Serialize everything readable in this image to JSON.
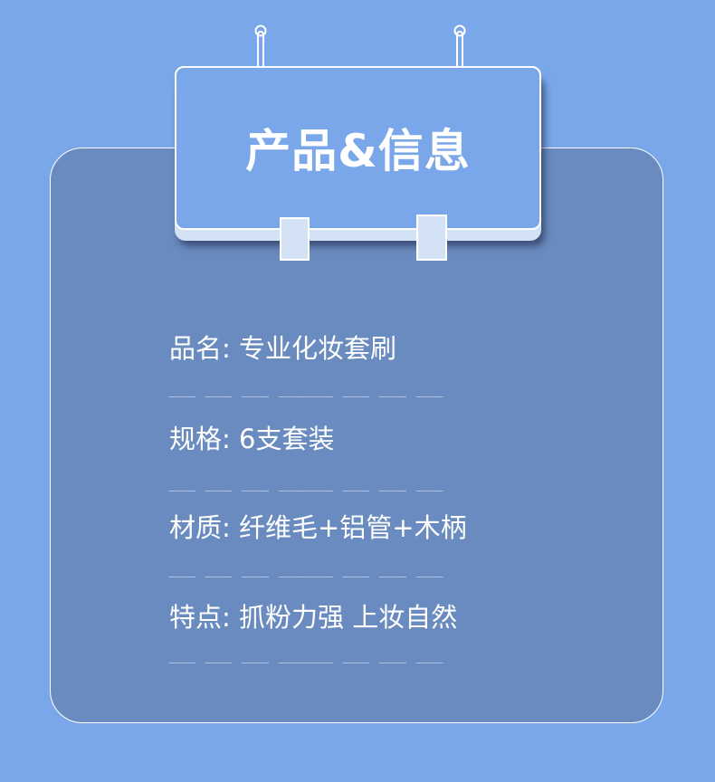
{
  "title": "产品&信息",
  "divider": "___ ___ ___ ______ ___ ___ ___",
  "rows": [
    {
      "label": "品名: 专业化妆套刷"
    },
    {
      "label": "规格: 6支套装"
    },
    {
      "label": "材质: 纤维毛+铝管+木柄"
    },
    {
      "label": "特点: 抓粉力强 上妆自然"
    }
  ],
  "colors": {
    "background": "#7aa6ea",
    "panel": "#6a8bbf",
    "sign": "#7aa6ea",
    "clip": "#d4e2f6"
  }
}
